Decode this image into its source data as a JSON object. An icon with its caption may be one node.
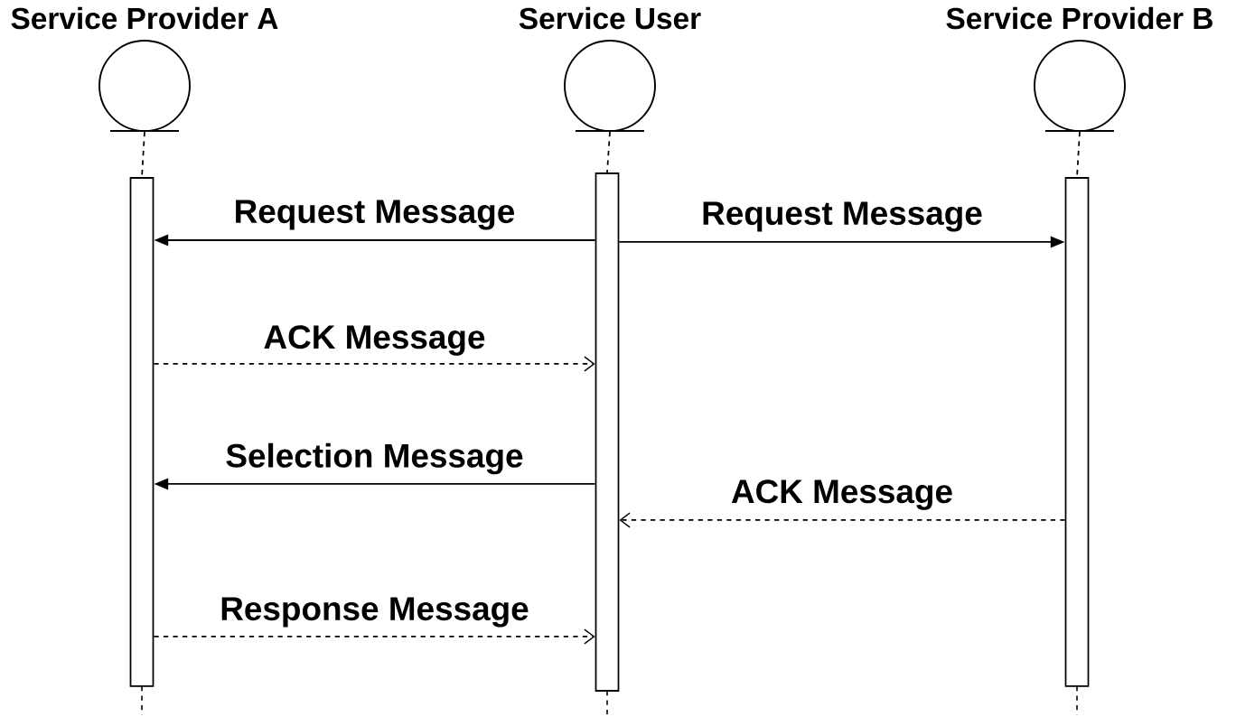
{
  "diagram": {
    "nodes": [
      {
        "text": [
          "Service Provider A"
        ]
      },
      {
        "text": [
          "Service User"
        ]
      },
      {
        "text": [
          "Service Provider B"
        ]
      },
      {
        "text": [],
        "shape": "bar"
      },
      {
        "text": [],
        "shape": "bar"
      },
      {
        "text": [],
        "shape": "bar"
      }
    ],
    "edges": [
      {
        "from": 0,
        "to": 3,
        "arrow": "none",
        "style": "dashed"
      },
      {
        "from": 1,
        "to": 4,
        "arrow": "none",
        "style": "dashed"
      },
      {
        "from": 2,
        "to": 5,
        "arrow": "none",
        "style": "dashed"
      },
      {
        "from": 4,
        "to": 3,
        "arrow": "to",
        "label": "Request Message"
      },
      {
        "from": 4,
        "to": 5,
        "arrow": "to",
        "label": "Request Message"
      },
      {
        "from": 3,
        "to": 4,
        "arrow": "to",
        "style": "dashed",
        "label": "ACK Message"
      },
      {
        "from": 4,
        "to": 3,
        "arrow": "to",
        "label": "Selection Message"
      },
      {
        "from": 5,
        "to": 4,
        "arrow": "to",
        "style": "dashed",
        "label": "ACK Message"
      },
      {
        "from": 3,
        "to": 4,
        "arrow": "to",
        "style": "dashed",
        "label": "Response Message"
      }
    ]
  }
}
